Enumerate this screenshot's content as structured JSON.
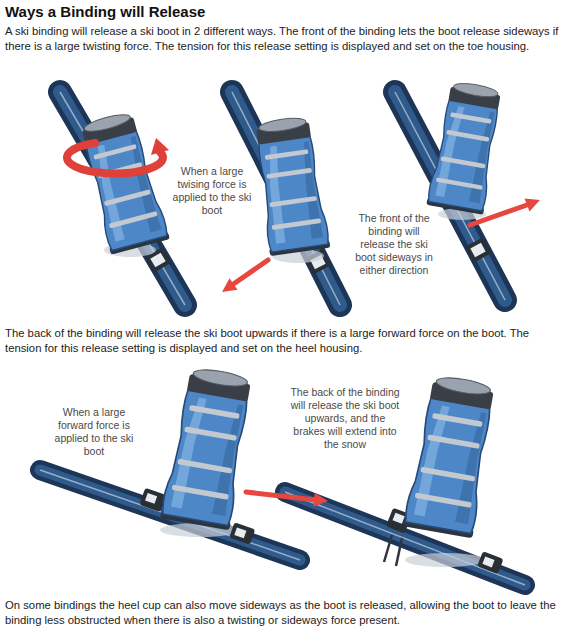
{
  "diagram": {
    "title": "Ways a Binding will Release",
    "labels": [
      "A ski binding will release a ski boot in 2 different ways. The front of the binding lets the boot release sideways if there is a large twisting force. The tension for this release setting is displayed and set on the toe housing.",
      "When a large twising force is applied to the ski boot",
      "The front of the binding will release the ski boot sideways in either direction",
      "The back of the binding will release the ski boot upwards if there is a large forward force on the boot. The tension for this release setting is displayed and set on the heel housing.",
      "When a large forward force is applied to the ski boot",
      "The back of the binding will release the ski boot upwards, and the brakes will extend into the snow",
      "On some bindings the heel cup can also move sideways as the boot is released, allowing the boot to leave the binding less obstructed when there is also a twisting or sideways force present."
    ]
  }
}
